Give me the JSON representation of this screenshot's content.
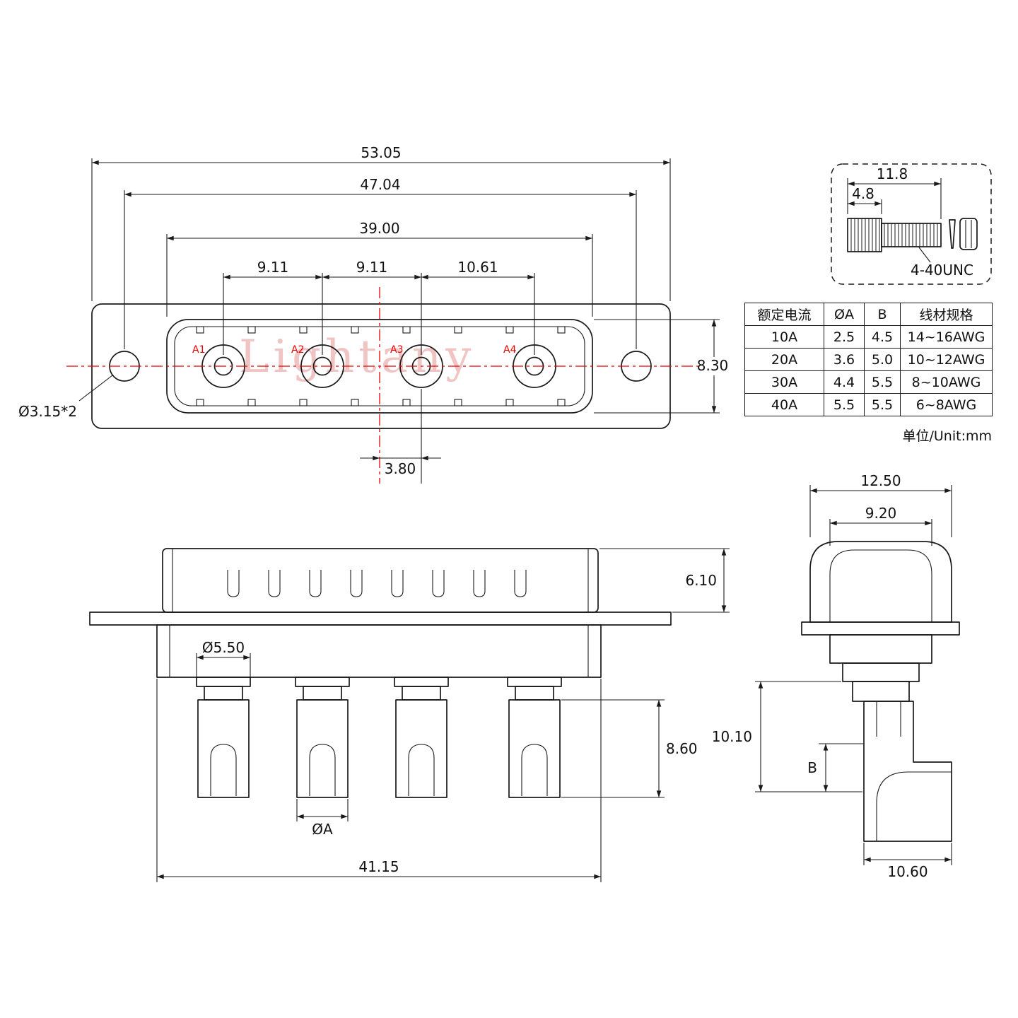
{
  "watermark": "Lightany",
  "colors": {
    "line": "#1a1a1a",
    "accent_red": "#e80000",
    "watermark_pink": "#e27e7e"
  },
  "front_view": {
    "contact_labels": [
      "A1",
      "A2",
      "A3",
      "A4"
    ],
    "dim_overall_width": "53.05",
    "dim_hole_spacing": "47.04",
    "dim_shell_width": "39.00",
    "dim_pitch_12": "9.11",
    "dim_pitch_23": "9.11",
    "dim_pitch_34": "10.61",
    "dim_shell_height": "8.30",
    "dim_mount_holes": "Ø3.15*2",
    "dim_center_offset": "3.80"
  },
  "screw_detail": {
    "dim_total_length": "11.8",
    "dim_head_length": "4.8",
    "thread_spec": "4-40UNC"
  },
  "spec_table": {
    "headers": [
      "额定电流",
      "ØA",
      "B",
      "线材规格"
    ],
    "rows": [
      [
        "10A",
        "2.5",
        "4.5",
        "14~16AWG"
      ],
      [
        "20A",
        "3.6",
        "5.0",
        "10~12AWG"
      ],
      [
        "30A",
        "4.4",
        "5.5",
        "8~10AWG"
      ],
      [
        "40A",
        "5.5",
        "5.5",
        "6~8AWG"
      ]
    ],
    "unit_note": "单位/Unit:mm"
  },
  "side_view": {
    "dim_shell_height": "6.10",
    "dim_shoulder_dia": "Ø5.50",
    "dim_cup_height": "8.60",
    "dim_cup_dia": "ØA",
    "dim_body_width": "41.15"
  },
  "profile_view": {
    "dim_shell_depth": "12.50",
    "dim_inner_depth": "9.20",
    "dim_rear_height": "10.10",
    "dim_cup_depth": "B",
    "dim_bottom_depth": "10.60"
  }
}
